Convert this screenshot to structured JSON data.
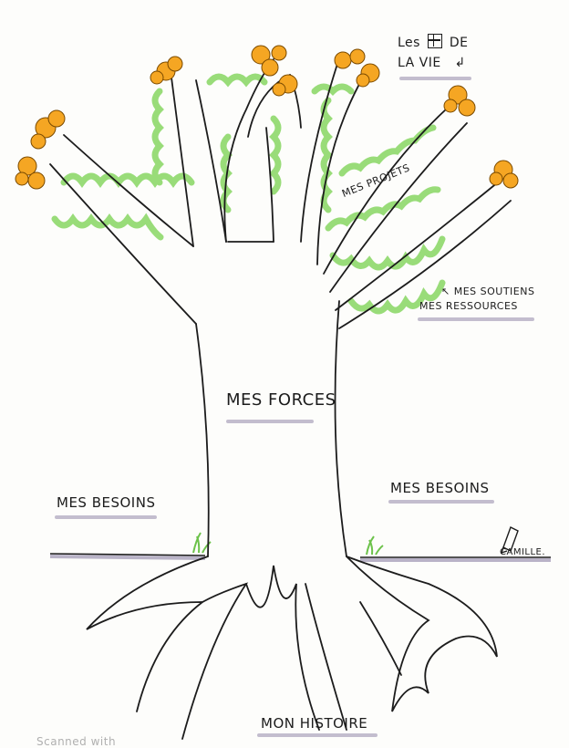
{
  "labels": {
    "gifts_line1": "Les",
    "gifts_word": "DE",
    "gifts_line2": "LA VIE",
    "gifts_arrow": "↲",
    "projects": "MES PROJETS",
    "supports_line1": "MES SOUTIENS",
    "supports_line2": "MES RESSOURCES",
    "strengths": "MES FORCES",
    "needs_left": "MES BESOINS",
    "needs_right": "MES BESOINS",
    "history": "MON HISTOIRE",
    "signature": "CAMILLE.",
    "scanned": "Scanned with"
  },
  "colors": {
    "ink": "#1c1c1c",
    "leaves": "#8fd96b",
    "flowers": "#f5a623",
    "underline": "#b9b3c7",
    "paper": "#fdfdfb"
  },
  "icons": {
    "gift": "gift-icon",
    "arrow": "arrow-up-icon"
  }
}
